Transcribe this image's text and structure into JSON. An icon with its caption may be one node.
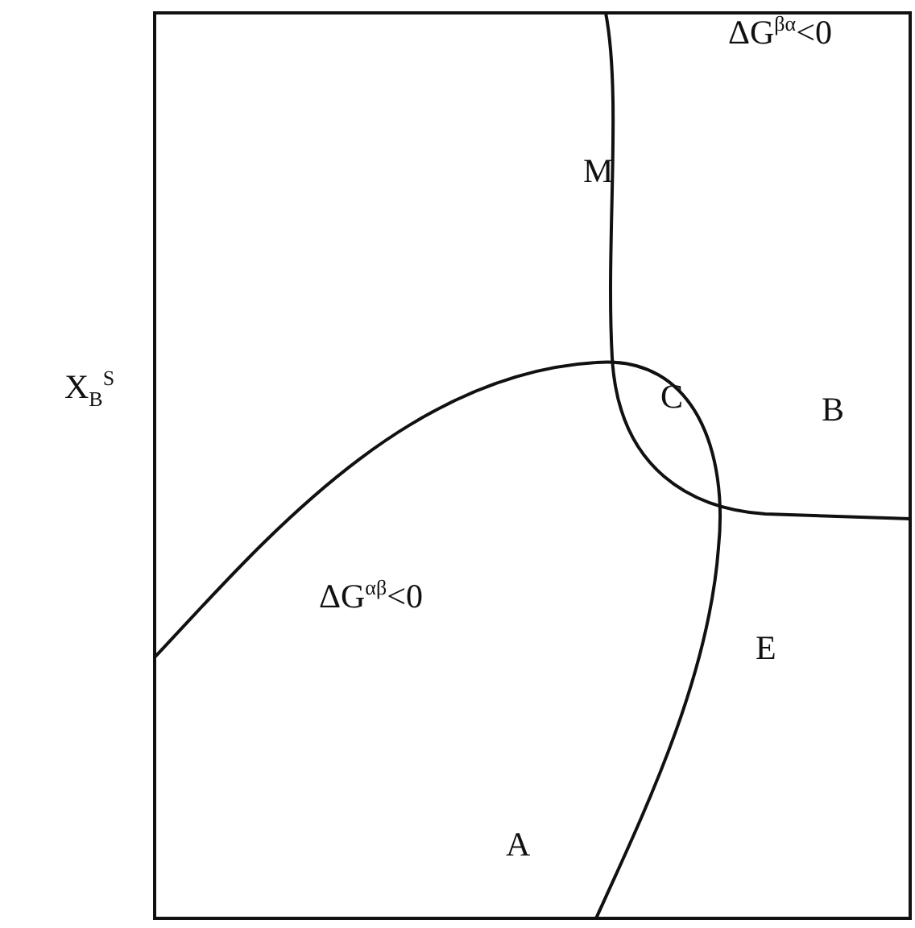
{
  "diagram": {
    "labels": [
      "X$_{B}$$^{S}$",
      "M",
      "ΔG$^{βα}$<0",
      "C",
      "B",
      "ΔG$^{αβ}$<0",
      "E",
      "A"
    ]
  }
}
